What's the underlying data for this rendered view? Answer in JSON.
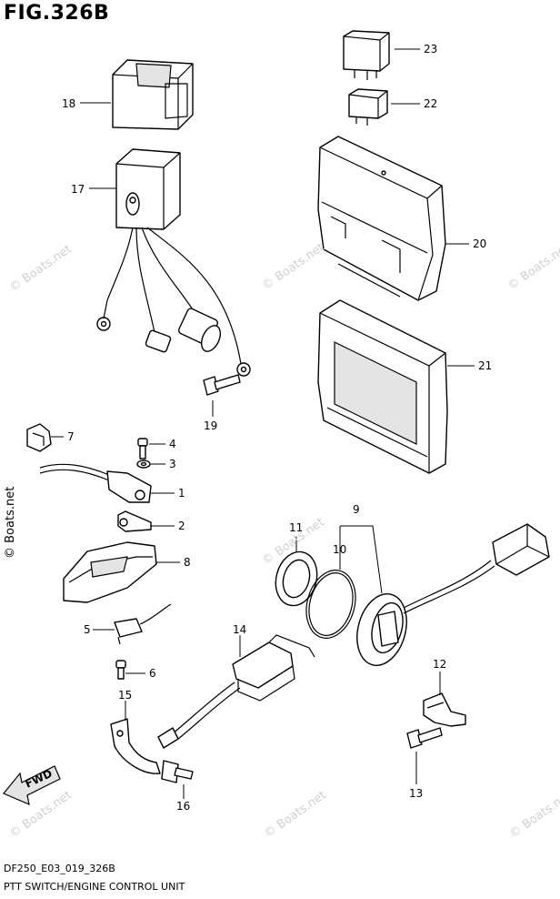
{
  "figure": {
    "title": "FIG.326B",
    "diagram_code": "DF250_E03_019_326B",
    "diagram_title": "PTT SWITCH/ENGINE CONTROL UNIT"
  },
  "watermark": "© Boats.net",
  "fwd_label": "FWD",
  "callouts": [
    {
      "id": "c1",
      "label": "1"
    },
    {
      "id": "c2",
      "label": "2"
    },
    {
      "id": "c3",
      "label": "3"
    },
    {
      "id": "c4",
      "label": "4"
    },
    {
      "id": "c5",
      "label": "5"
    },
    {
      "id": "c6",
      "label": "6"
    },
    {
      "id": "c7",
      "label": "7"
    },
    {
      "id": "c8",
      "label": "8"
    },
    {
      "id": "c9",
      "label": "9"
    },
    {
      "id": "c10",
      "label": "10"
    },
    {
      "id": "c11",
      "label": "11"
    },
    {
      "id": "c12",
      "label": "12"
    },
    {
      "id": "c13",
      "label": "13"
    },
    {
      "id": "c14",
      "label": "14"
    },
    {
      "id": "c15",
      "label": "15"
    },
    {
      "id": "c16",
      "label": "16"
    },
    {
      "id": "c17",
      "label": "17"
    },
    {
      "id": "c18",
      "label": "18"
    },
    {
      "id": "c19",
      "label": "19"
    },
    {
      "id": "c20",
      "label": "20"
    },
    {
      "id": "c21",
      "label": "21"
    },
    {
      "id": "c22",
      "label": "22"
    },
    {
      "id": "c23",
      "label": "23"
    }
  ]
}
